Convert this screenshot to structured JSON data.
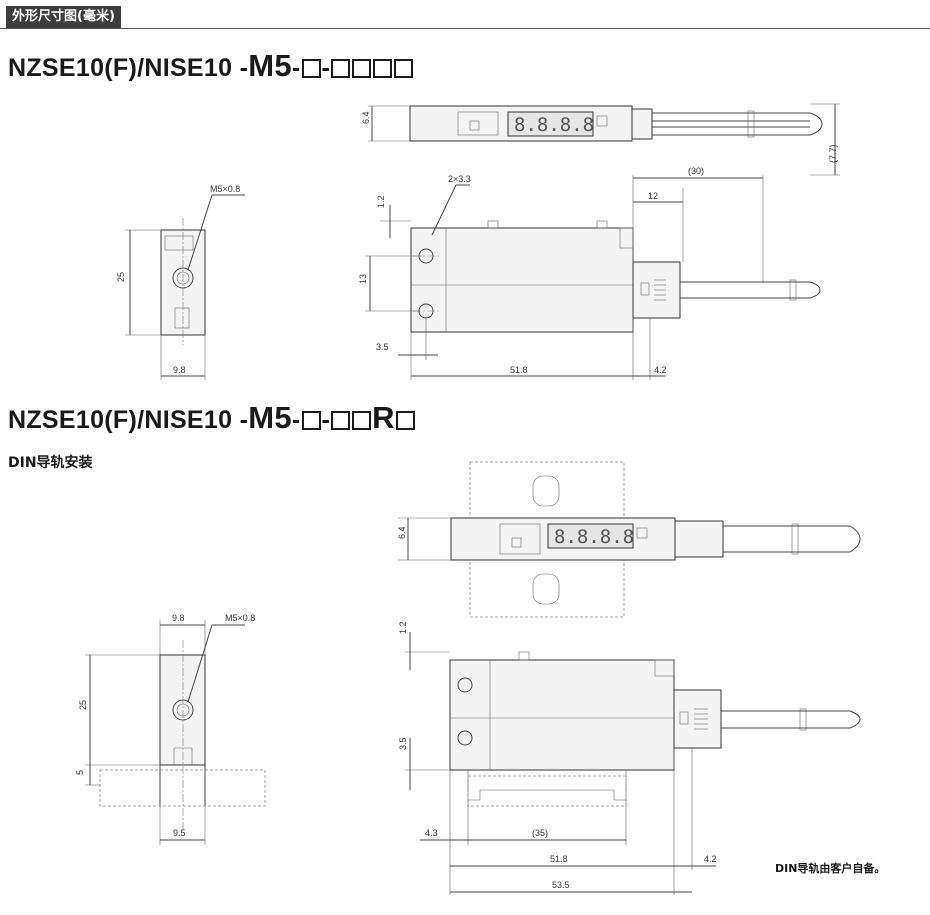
{
  "header": {
    "section_tag": "外形尺寸图(毫米)"
  },
  "model_1": {
    "prefix": "NZSE10(F)/NISE10",
    "sep1": "-",
    "mid": "M5",
    "sep2": "-",
    "sep3": "-"
  },
  "model_2": {
    "prefix": "NZSE10(F)/NISE10",
    "sep1": "-",
    "mid": "M5",
    "sep2": "-",
    "sep3": "-",
    "r": "R"
  },
  "din_label": "DIN导轨安装",
  "din_note": "DIN导轨由客户自备。",
  "display_readout": "8.8.8.8",
  "dims_top": {
    "d_6_4": "6.4",
    "d_7_7": "(7.7)",
    "d_30": "(30)",
    "d_12": "12",
    "d_2x3_3": "2×3.3",
    "d_1_2": "1.2",
    "d_13": "13",
    "d_3_5": "3.5",
    "d_51_8": "51.8",
    "d_4_2": "4.2",
    "d_m5": "M5×0.8",
    "d_25": "25",
    "d_9_8": "9.8"
  },
  "dims_bottom": {
    "d_6_4": "6.4",
    "d_1_2": "1.2",
    "d_3_5": "3.5",
    "d_4_3": "4.3",
    "d_35": "(35)",
    "d_51_8": "51.8",
    "d_4_2": "4.2",
    "d_53_5": "53.5",
    "d_9_8": "9.8",
    "d_m5": "M5×0.8",
    "d_25": "25",
    "d_5": "5",
    "d_9_5": "9.5"
  }
}
